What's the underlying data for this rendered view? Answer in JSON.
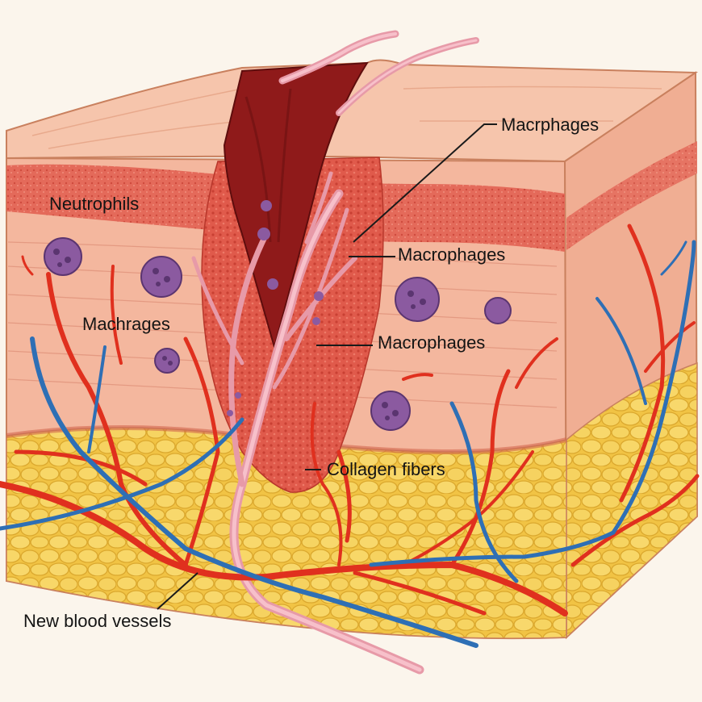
{
  "labels": {
    "macrophages_top": "Macrphages",
    "neutrophils": "Neutrophils",
    "macrophages_mid": "Macrophages",
    "machrages": "Machrages",
    "macrophages_low": "Macrophages",
    "collagen": "Collagen fibers",
    "vessels": "New blood vessels"
  },
  "colors": {
    "background": "#fbf5ec",
    "epidermis": "#f2b59c",
    "dermis": "#f3b39a",
    "wound": "#8f1a1a",
    "granulation": "#e0584a",
    "fat": "#f3c94a",
    "artery": "#e0301e",
    "vein": "#2e6fb5",
    "cell": "#8b5aa0",
    "collagen": "#e79aa8"
  }
}
